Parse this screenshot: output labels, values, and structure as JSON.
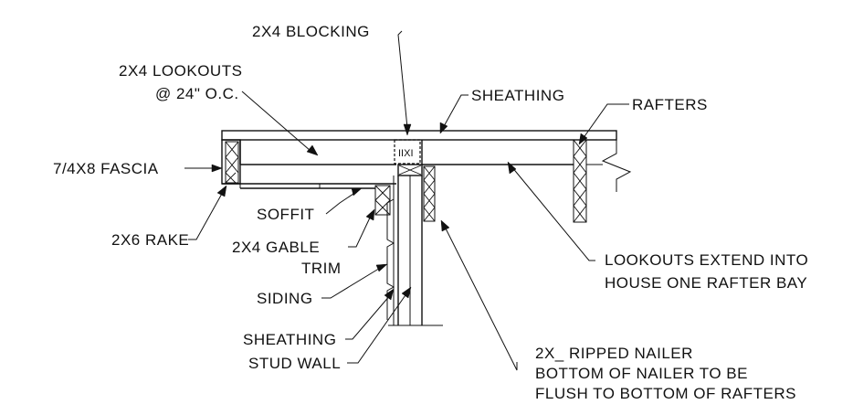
{
  "labels": {
    "blocking": "2X4 BLOCKING",
    "lookouts_line1": "2X4 LOOKOUTS",
    "lookouts_line2": "@ 24\" O.C.",
    "sheathing_top": "SHEATHING",
    "rafters": "RAFTERS",
    "fascia": "7/4X8 FASCIA",
    "soffit": "SOFFIT",
    "rake": "2X6 RAKE",
    "gable_trim_line1": "2X4 GABLE",
    "gable_trim_line2": "TRIM",
    "siding": "SIDING",
    "sheathing_wall": "SHEATHING",
    "stud_wall": "STUD WALL",
    "lookouts_extend_line1": "LOOKOUTS EXTEND INTO",
    "lookouts_extend_line2": "HOUSE ONE RAFTER BAY",
    "nailer_line1": "2X_ RIPPED NAILER",
    "nailer_line2": "BOTTOM OF NAILER TO BE",
    "nailer_line3": "FLUSH TO BOTTOM OF RAFTERS"
  }
}
